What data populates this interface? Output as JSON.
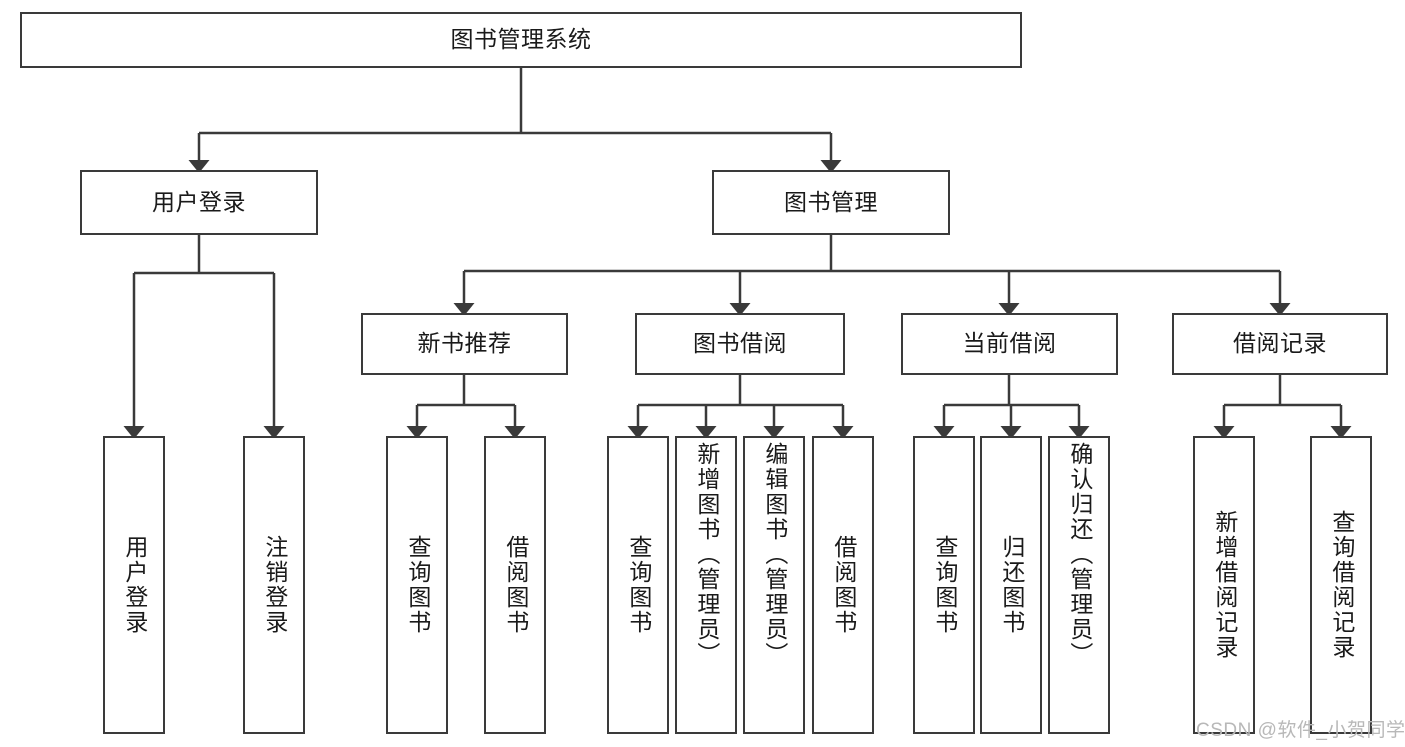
{
  "diagram": {
    "type": "tree-hierarchy-chart",
    "title": "图书管理系统",
    "watermark": "CSDN @软件_小贺同学",
    "colors": {
      "stroke": "#3a3a3a",
      "background": "#ffffff",
      "text": "#1a1a1a",
      "watermark": "#b8b8b8"
    },
    "levels": {
      "root": {
        "label": "图书管理系统"
      },
      "level1": [
        {
          "id": "user-login",
          "label": "用户登录"
        },
        {
          "id": "book-management",
          "label": "图书管理"
        }
      ],
      "level2": [
        {
          "id": "new-book-recommend",
          "label": "新书推荐",
          "parent": "book-management"
        },
        {
          "id": "book-borrow",
          "label": "图书借阅",
          "parent": "book-management"
        },
        {
          "id": "current-borrow",
          "label": "当前借阅",
          "parent": "book-management"
        },
        {
          "id": "borrow-record",
          "label": "借阅记录",
          "parent": "book-management"
        }
      ],
      "leaves": [
        {
          "id": "leaf-user-login",
          "label": "用户登录",
          "parent": "user-login"
        },
        {
          "id": "leaf-logout",
          "label": "注销登录",
          "parent": "user-login"
        },
        {
          "id": "leaf-query-book-1",
          "label": "查询图书",
          "parent": "new-book-recommend"
        },
        {
          "id": "leaf-borrow-book-1",
          "label": "借阅图书",
          "parent": "new-book-recommend"
        },
        {
          "id": "leaf-query-book-2",
          "label": "查询图书",
          "parent": "book-borrow"
        },
        {
          "id": "leaf-add-book",
          "label": "新增图书（管理员）",
          "parent": "book-borrow"
        },
        {
          "id": "leaf-edit-book",
          "label": "编辑图书（管理员）",
          "parent": "book-borrow"
        },
        {
          "id": "leaf-borrow-book-2",
          "label": "借阅图书",
          "parent": "book-borrow"
        },
        {
          "id": "leaf-query-book-3",
          "label": "查询图书",
          "parent": "current-borrow"
        },
        {
          "id": "leaf-return-book",
          "label": "归还图书",
          "parent": "current-borrow"
        },
        {
          "id": "leaf-confirm-return",
          "label": "确认归还（管理员）",
          "parent": "current-borrow"
        },
        {
          "id": "leaf-add-record",
          "label": "新增借阅记录",
          "parent": "borrow-record"
        },
        {
          "id": "leaf-query-record",
          "label": "查询借阅记录",
          "parent": "borrow-record"
        }
      ]
    }
  }
}
